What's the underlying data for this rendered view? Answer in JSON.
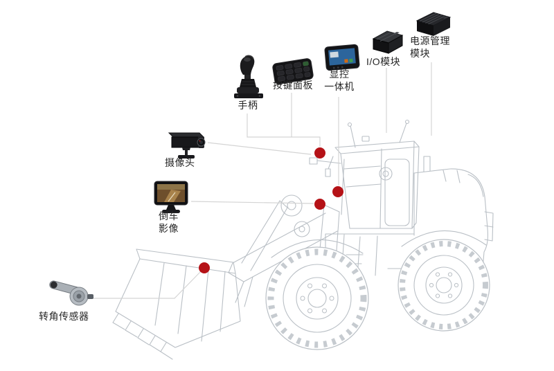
{
  "diagram": {
    "components": [
      {
        "id": "joystick",
        "label": "手柄"
      },
      {
        "id": "keypad",
        "label": "按键面板"
      },
      {
        "id": "display_unit",
        "label": "显控\n一体机"
      },
      {
        "id": "io_module",
        "label": "I/O模块"
      },
      {
        "id": "power_module",
        "label": "电源管理\n模块"
      },
      {
        "id": "camera",
        "label": "摄像头"
      },
      {
        "id": "reversing_display",
        "label": "倒车\n影像"
      },
      {
        "id": "angle_sensor",
        "label": "转角传感器"
      }
    ],
    "colors": {
      "dot": "#b51217",
      "connector_line": "#d4d4d4",
      "vehicle_line": "#b9bfc5",
      "label_text": "#262626"
    }
  }
}
